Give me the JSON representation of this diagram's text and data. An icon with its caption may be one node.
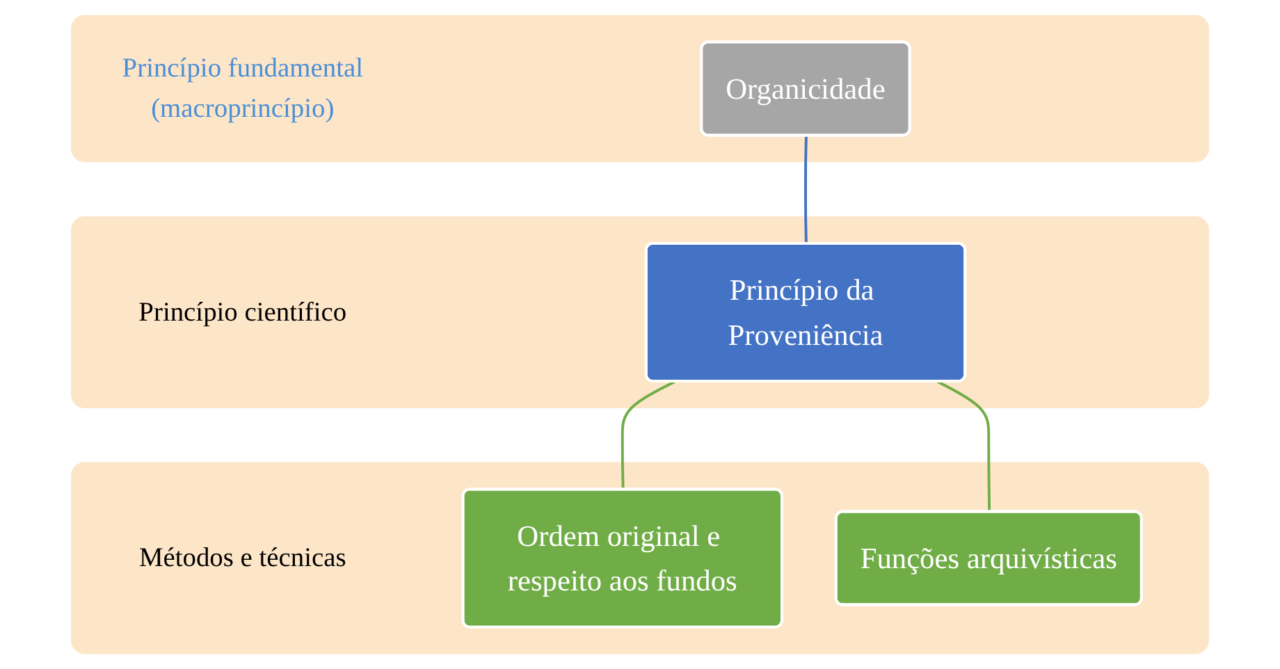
{
  "diagram": {
    "nodes": [
      {
        "text": [
          "Princípio fundamental (macroprincípio)"
        ]
      },
      {
        "text": [
          "Organicidade"
        ],
        "in": 0
      },
      {
        "text": [
          "Princípio científico"
        ]
      },
      {
        "text": [
          "Princípio da Proveniência"
        ],
        "in": 2
      },
      {
        "text": [
          "Métodos e técnicas"
        ]
      },
      {
        "text": [
          "Ordem original e respeito aos fundos"
        ],
        "in": 4
      },
      {
        "text": [
          "Funções arquivísticas"
        ],
        "in": 4
      }
    ],
    "edges": [
      {
        "from": 1,
        "to": 3,
        "arrow": "none",
        "color": "#4472c4"
      },
      {
        "from": 3,
        "to": 5,
        "arrow": "none"
      },
      {
        "from": 3,
        "to": 6,
        "arrow": "none"
      }
    ]
  }
}
